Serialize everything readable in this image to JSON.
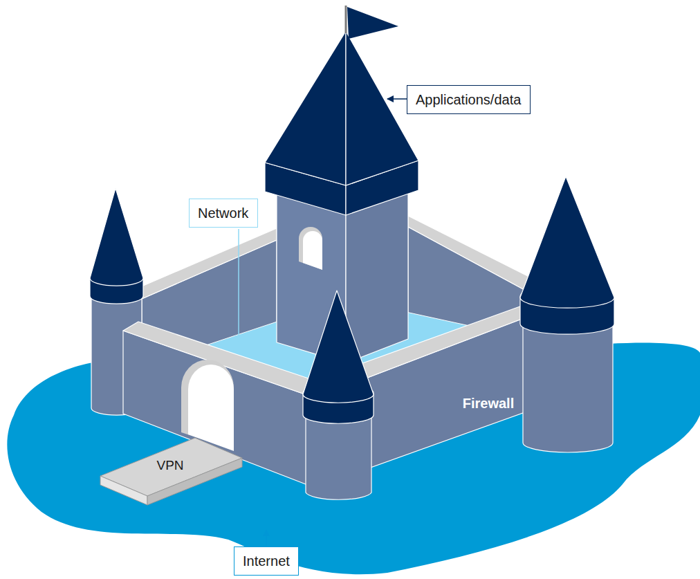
{
  "diagram": {
    "nodes": [
      {
        "text": [
          "Applications/data"
        ]
      },
      {
        "text": [
          "Network"
        ]
      },
      {
        "text": [
          "Internet"
        ]
      }
    ],
    "labels": [
      "Firewall",
      "VPN"
    ]
  }
}
